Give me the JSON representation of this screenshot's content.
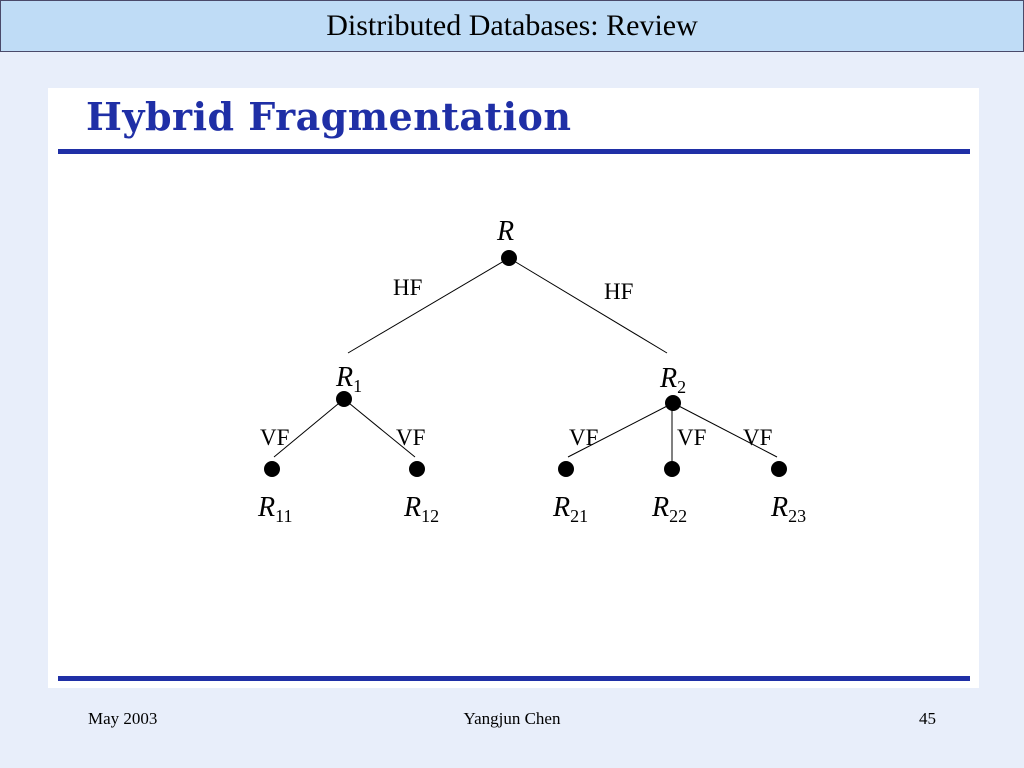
{
  "header": {
    "title": "Distributed Databases: Review"
  },
  "panel": {
    "title": "Hybrid Fragmentation"
  },
  "diagram": {
    "nodes": [
      {
        "id": "R",
        "base": "R",
        "sub": ""
      },
      {
        "id": "R1",
        "base": "R",
        "sub": "1"
      },
      {
        "id": "R2",
        "base": "R",
        "sub": "2"
      },
      {
        "id": "R11",
        "base": "R",
        "sub": "11"
      },
      {
        "id": "R12",
        "base": "R",
        "sub": "12"
      },
      {
        "id": "R21",
        "base": "R",
        "sub": "21"
      },
      {
        "id": "R22",
        "base": "R",
        "sub": "22"
      },
      {
        "id": "R23",
        "base": "R",
        "sub": "23"
      }
    ],
    "edges": [
      {
        "from": "R",
        "to": "R1",
        "label": "HF"
      },
      {
        "from": "R",
        "to": "R2",
        "label": "HF"
      },
      {
        "from": "R1",
        "to": "R11",
        "label": "VF"
      },
      {
        "from": "R1",
        "to": "R12",
        "label": "VF"
      },
      {
        "from": "R2",
        "to": "R21",
        "label": "VF"
      },
      {
        "from": "R2",
        "to": "R22",
        "label": "VF"
      },
      {
        "from": "R2",
        "to": "R23",
        "label": "VF"
      }
    ]
  },
  "footer": {
    "date": "May 2003",
    "author": "Yangjun Chen",
    "page": "45"
  }
}
